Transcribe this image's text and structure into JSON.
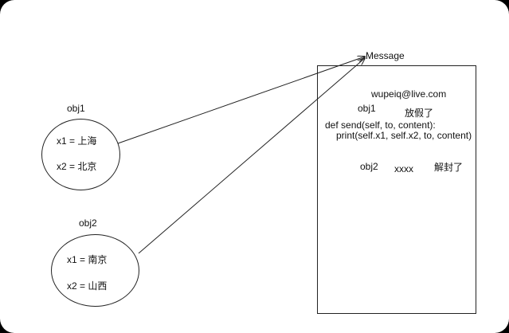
{
  "obj1": {
    "label": "obj1",
    "x1": "x1 = 上海",
    "x2": "x2 = 北京"
  },
  "obj2": {
    "label": "obj2",
    "x1": "x1 = 南京",
    "x2": "x2 = 山西"
  },
  "message": {
    "title": "Message",
    "email": "wupeiq@live.com",
    "obj1_label": "obj1",
    "obj1_content": "放假了",
    "def_line": "def send(self, to, content):",
    "print_line": "print(self.x1, self.x2, to, content)",
    "obj2_label": "obj2",
    "obj2_to": "xxxx",
    "obj2_content": "解封了"
  }
}
